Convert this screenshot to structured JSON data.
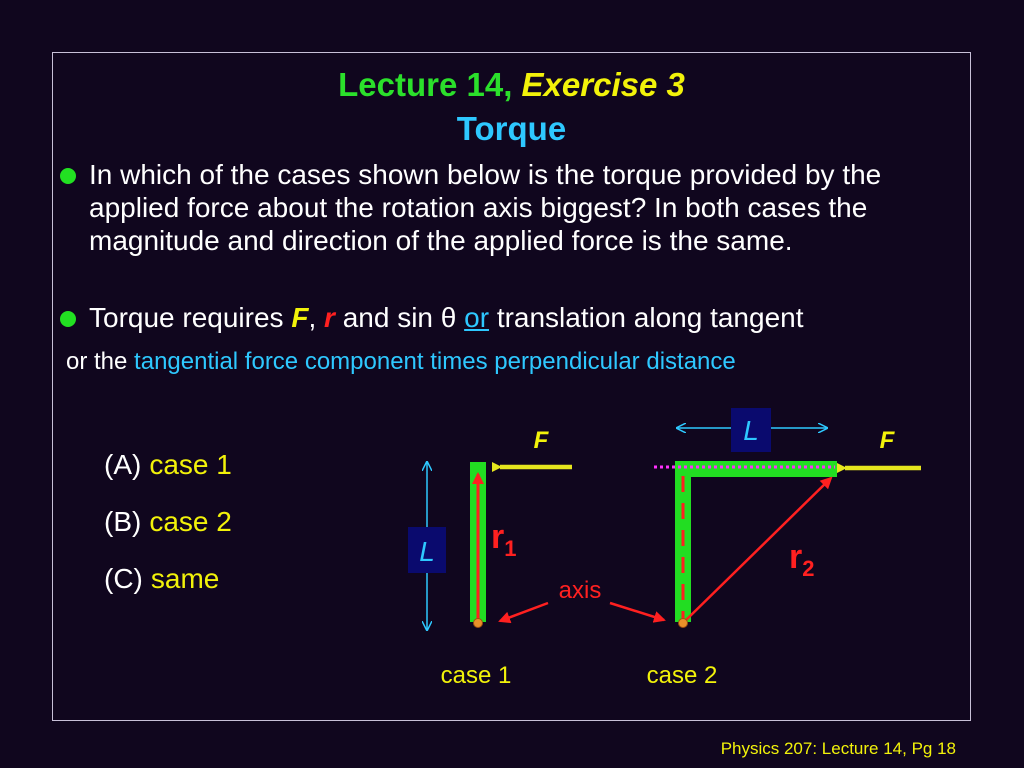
{
  "slide": {
    "title_prefix": "Lecture 14,",
    "title_emphasis": "Exercise 3",
    "subtitle": "Torque"
  },
  "bullets": {
    "first": "In which of the cases shown below is the torque provided by the applied force about the rotation axis biggest?  In both cases the magnitude and direction of the applied force is the same.",
    "second_prefix": "Torque requires",
    "var_f": "F",
    "comma": ",",
    "var_r": "r",
    "and_sin": "and sin θ",
    "or_word": "or",
    "second_suffix": "translation along tangent"
  },
  "line3": {
    "prefix": "or the",
    "highlight": "tangential force component times perpendicular distance"
  },
  "choices": [
    {
      "letter": "(A)",
      "answer": "case 1"
    },
    {
      "letter": "(B)",
      "answer": "case 2"
    },
    {
      "letter": "(C)",
      "answer": "same"
    }
  ],
  "diagram": {
    "label_L1": "L",
    "label_L2": "L",
    "label_F1": "F",
    "label_F2": "F",
    "r1_main": "r",
    "r1_sub": "1",
    "r2_main": "r",
    "r2_sub": "2",
    "axis_label": "axis",
    "case1_label": "case 1",
    "case2_label": "case 2",
    "colors": {
      "rod": "#22dd22",
      "force": "#e6e61e",
      "radius": "#ff2020",
      "dimension": "#2ec8ff",
      "lever_dotted": "#ff30ff",
      "label_box": "#0a0a6e"
    }
  },
  "footer": "Physics 207: Lecture 14, Pg 18"
}
